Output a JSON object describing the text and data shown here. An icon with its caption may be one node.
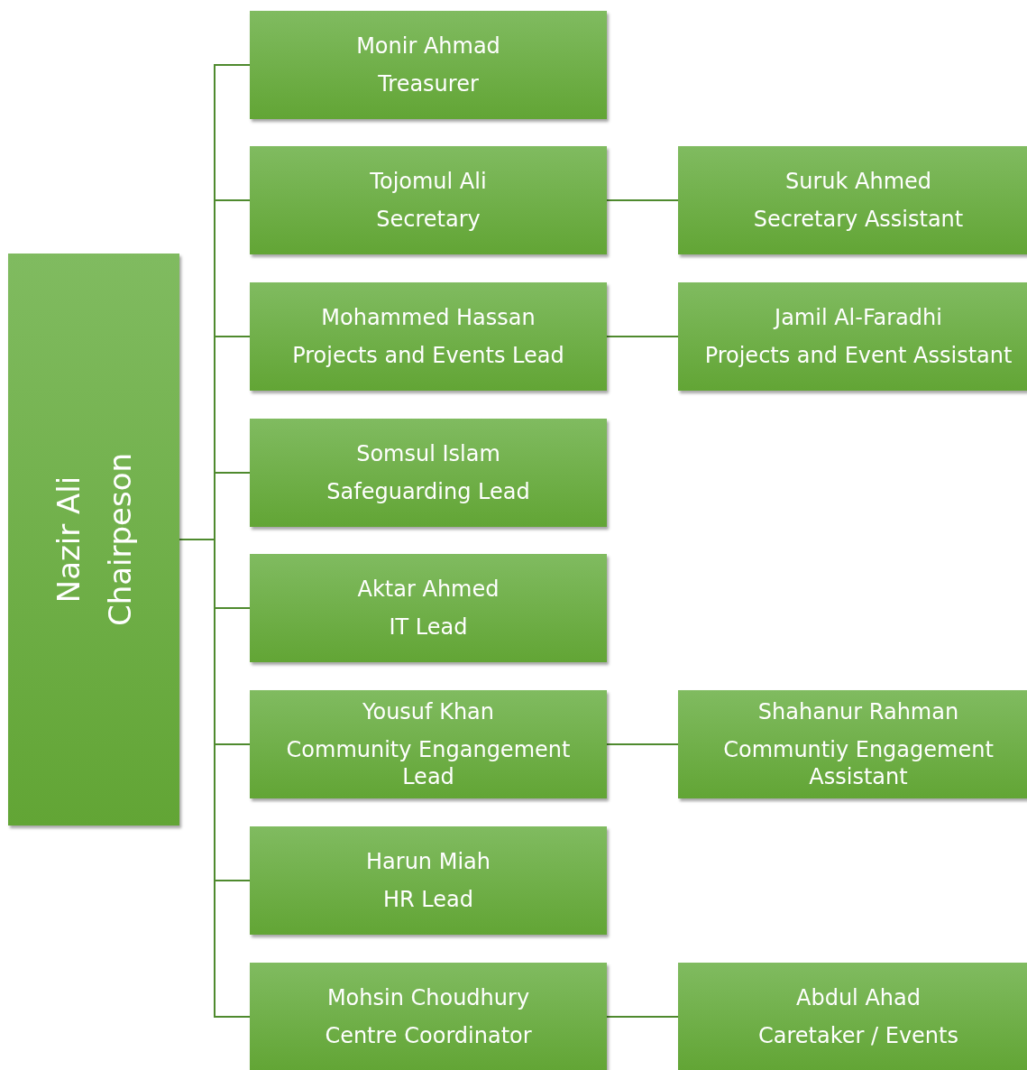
{
  "diagram": {
    "nodes": [
      {
        "text": [
          "Nazir Ali",
          "Chairpeson"
        ]
      },
      {
        "text": [
          "Monir Ahmad",
          "Treasurer"
        ]
      },
      {
        "text": [
          "Tojomul Ali",
          "Secretary"
        ]
      },
      {
        "text": [
          "Suruk Ahmed",
          "Secretary Assistant"
        ]
      },
      {
        "text": [
          "Mohammed Hassan",
          "Projects and Events Lead"
        ]
      },
      {
        "text": [
          "Jamil Al-Faradhi",
          "Projects and Event Assistant"
        ]
      },
      {
        "text": [
          "Somsul Islam",
          "Safeguarding Lead"
        ]
      },
      {
        "text": [
          "Aktar Ahmed",
          "IT Lead"
        ]
      },
      {
        "text": [
          "Yousuf Khan",
          "Community Engangement Lead"
        ]
      },
      {
        "text": [
          "Shahanur Rahman",
          "Communtiy Engagement Assistant"
        ]
      },
      {
        "text": [
          "Harun Miah",
          "HR Lead"
        ]
      },
      {
        "text": [
          "Mohsin Choudhury",
          "Centre Coordinator"
        ]
      },
      {
        "text": [
          "Abdul Ahad",
          "Caretaker / Events"
        ]
      }
    ],
    "edges": [
      {
        "from": 0,
        "to": 1,
        "arrow": "none"
      },
      {
        "from": 0,
        "to": 2,
        "arrow": "none"
      },
      {
        "from": 0,
        "to": 4,
        "arrow": "none"
      },
      {
        "from": 0,
        "to": 6,
        "arrow": "none"
      },
      {
        "from": 0,
        "to": 7,
        "arrow": "none"
      },
      {
        "from": 0,
        "to": 8,
        "arrow": "none"
      },
      {
        "from": 0,
        "to": 10,
        "arrow": "none"
      },
      {
        "from": 0,
        "to": 11,
        "arrow": "none"
      },
      {
        "from": 2,
        "to": 3,
        "arrow": "none"
      },
      {
        "from": 4,
        "to": 5,
        "arrow": "none"
      },
      {
        "from": 8,
        "to": 9,
        "arrow": "none"
      },
      {
        "from": 11,
        "to": 12,
        "arrow": "none"
      }
    ]
  }
}
